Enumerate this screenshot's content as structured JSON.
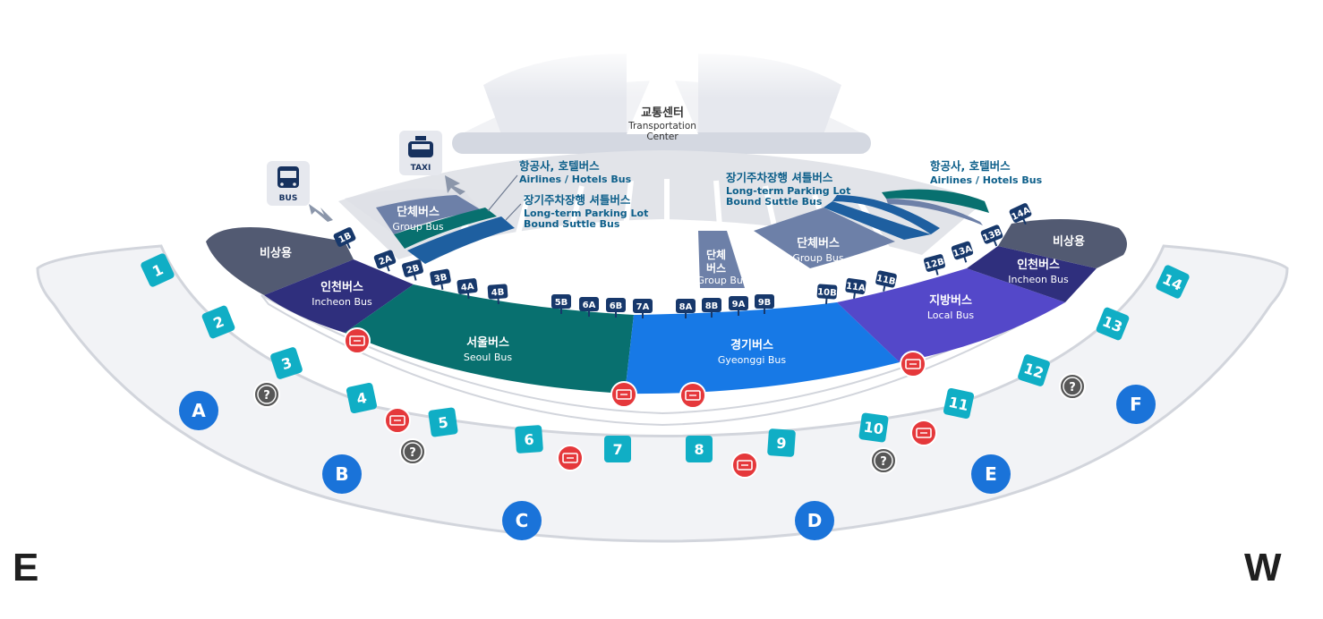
{
  "center": {
    "name_ko": "교통센터",
    "name_en_1": "Transportation",
    "name_en_2": "Center"
  },
  "icons": {
    "bus": {
      "name": "bus-icon",
      "label": "BUS"
    },
    "taxi": {
      "name": "taxi-icon",
      "label": "TAXI"
    }
  },
  "zones": {
    "emergency_left": {
      "ko": "비상용",
      "en": ""
    },
    "emergency_right": {
      "ko": "비상용",
      "en": ""
    },
    "incheon_left": {
      "ko": "인천버스",
      "en": "Incheon Bus"
    },
    "incheon_right": {
      "ko": "인천버스",
      "en": "Incheon Bus"
    },
    "seoul": {
      "ko": "서울버스",
      "en": "Seoul Bus"
    },
    "gyeonggi": {
      "ko": "경기버스",
      "en": "Gyeonggi Bus"
    },
    "local": {
      "ko": "지방버스",
      "en": "Local Bus"
    },
    "group_left": {
      "ko": "단체버스",
      "en": "Group Bus"
    },
    "group_mid": {
      "ko1": "단체",
      "ko2": "버스",
      "en": "Group Bus"
    },
    "group_right": {
      "ko": "단체버스",
      "en": "Group Bus"
    }
  },
  "callouts": {
    "airlines_left": {
      "ko": "항공사, 호텔버스",
      "en": "Airlines / Hotels Bus"
    },
    "parking_left": {
      "ko": "장기주차장행 셔틀버스",
      "en1": "Long-term Parking Lot",
      "en2": "Bound Suttle Bus"
    },
    "parking_right": {
      "ko": "장기주차장행 셔틀버스",
      "en1": "Long-term Parking Lot",
      "en2": "Bound Suttle Bus"
    },
    "airlines_right": {
      "ko": "항공사, 호텔버스",
      "en": "Airlines / Hotels Bus"
    }
  },
  "stops": [
    "1B",
    "2A",
    "2B",
    "3B",
    "4A",
    "4B",
    "5B",
    "6A",
    "6B",
    "7A",
    "8A",
    "8B",
    "9A",
    "9B",
    "10B",
    "11A",
    "11B",
    "12B",
    "13A",
    "13B",
    "14A"
  ],
  "doors": [
    "1",
    "2",
    "3",
    "4",
    "5",
    "6",
    "7",
    "8",
    "9",
    "10",
    "11",
    "12",
    "13",
    "14"
  ],
  "gates": [
    "A",
    "B",
    "C",
    "D",
    "E",
    "F"
  ],
  "compass": {
    "left": "E",
    "right": "W"
  },
  "colors": {
    "seoul": "#08706f",
    "gyeonggi": "#1779e6",
    "local": "#5448c9",
    "incheon": "#2f2f7d",
    "emergency": "#525a72",
    "group": "#6d80a8",
    "door": "#10aec5",
    "gate": "#1a73d9",
    "ticket": "#e5383b",
    "stop": "#17386b",
    "callout_text": "#0d5f8a"
  }
}
